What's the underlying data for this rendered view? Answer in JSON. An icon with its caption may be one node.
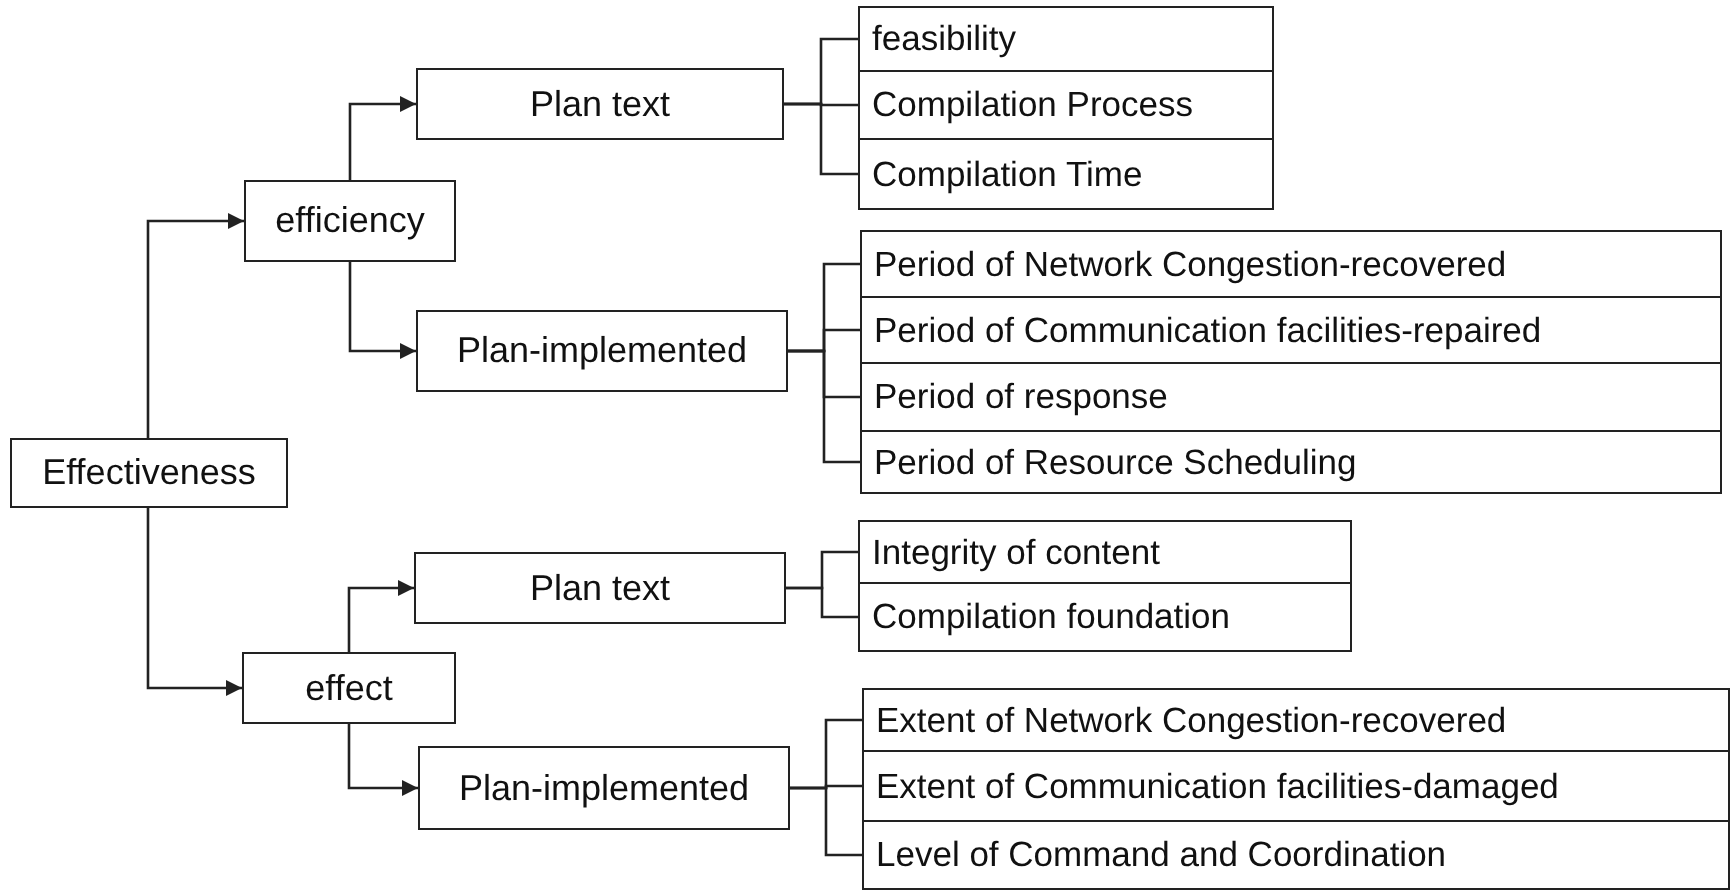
{
  "diagram": {
    "nodes": [
      {
        "text": [
          "Effectiveness"
        ]
      },
      {
        "text": [
          "efficiency"
        ]
      },
      {
        "text": [
          "Plan text"
        ]
      },
      {
        "text": [
          "feasibility"
        ]
      },
      {
        "text": [
          "Compilation Process"
        ]
      },
      {
        "text": [
          "Compilation Time"
        ]
      },
      {
        "text": [
          "Plan-implemented"
        ]
      },
      {
        "text": [
          "Period of Network Congestion-recovered"
        ]
      },
      {
        "text": [
          "Period of Communication facilities-repaired"
        ]
      },
      {
        "text": [
          "Period of response"
        ]
      },
      {
        "text": [
          "Period of Resource Scheduling"
        ]
      },
      {
        "text": [
          "effect"
        ]
      },
      {
        "text": [
          "Plan text"
        ]
      },
      {
        "text": [
          "Integrity of content"
        ]
      },
      {
        "text": [
          "Compilation foundation"
        ]
      },
      {
        "text": [
          "Plan-implemented"
        ]
      },
      {
        "text": [
          "Extent of Network Congestion-recovered"
        ]
      },
      {
        "text": [
          "Extent of Communication facilities-damaged"
        ]
      },
      {
        "text": [
          "Level of Command and Coordination"
        ]
      }
    ],
    "edges": [
      {
        "from": 0,
        "to": 1,
        "arrow": "to"
      },
      {
        "from": 0,
        "to": 11,
        "arrow": "to"
      },
      {
        "from": 1,
        "to": 2,
        "arrow": "to"
      },
      {
        "from": 1,
        "to": 6,
        "arrow": "to"
      },
      {
        "from": 2,
        "to": 3,
        "arrow": "none"
      },
      {
        "from": 2,
        "to": 4,
        "arrow": "none"
      },
      {
        "from": 2,
        "to": 5,
        "arrow": "none"
      },
      {
        "from": 6,
        "to": 7,
        "arrow": "none"
      },
      {
        "from": 6,
        "to": 8,
        "arrow": "none"
      },
      {
        "from": 6,
        "to": 9,
        "arrow": "none"
      },
      {
        "from": 6,
        "to": 10,
        "arrow": "none"
      },
      {
        "from": 11,
        "to": 12,
        "arrow": "to"
      },
      {
        "from": 11,
        "to": 15,
        "arrow": "to"
      },
      {
        "from": 12,
        "to": 13,
        "arrow": "none"
      },
      {
        "from": 12,
        "to": 14,
        "arrow": "none"
      },
      {
        "from": 15,
        "to": 16,
        "arrow": "none"
      },
      {
        "from": 15,
        "to": 17,
        "arrow": "none"
      },
      {
        "from": 15,
        "to": 18,
        "arrow": "none"
      }
    ]
  }
}
